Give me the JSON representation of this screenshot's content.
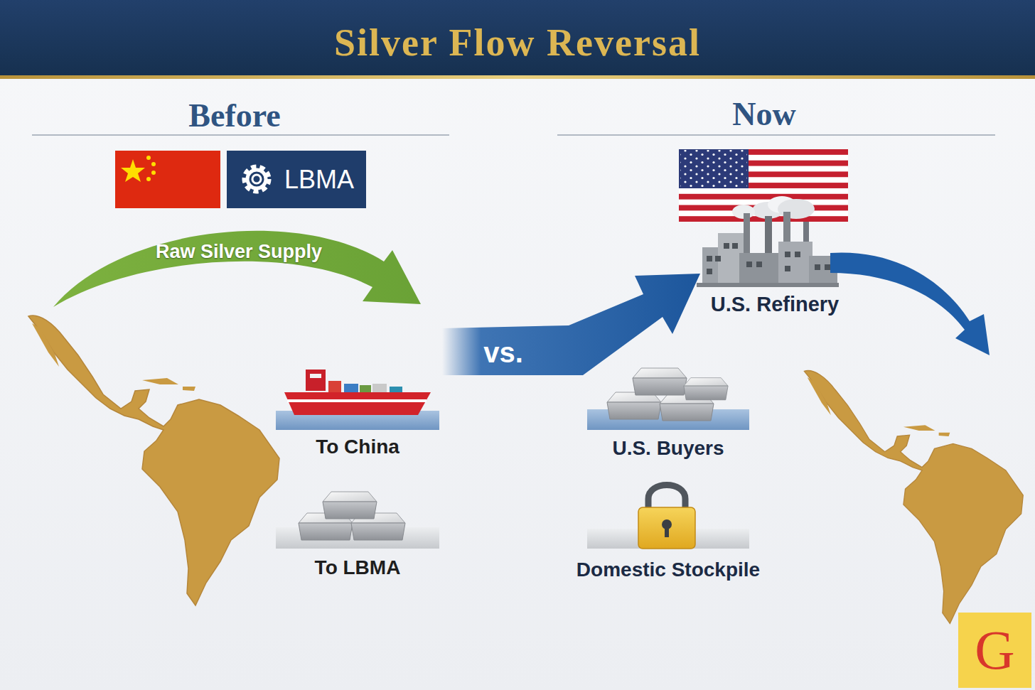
{
  "diagram": {
    "title": "Silver Flow Reversal",
    "nodes": [
      {
        "text": [
          "LBMA"
        ]
      },
      {
        "text": [
          "To China"
        ]
      },
      {
        "text": [
          "To LBMA"
        ]
      },
      {
        "text": [
          "U.S. Refinery"
        ]
      },
      {
        "text": [
          "U.S. Buyers"
        ]
      },
      {
        "text": [
          "Domestic Stockpile"
        ]
      },
      {
        "text": [
          "G"
        ]
      }
    ],
    "labels": [
      "Before",
      "Now",
      "Raw Silver Supply",
      "vs."
    ]
  }
}
